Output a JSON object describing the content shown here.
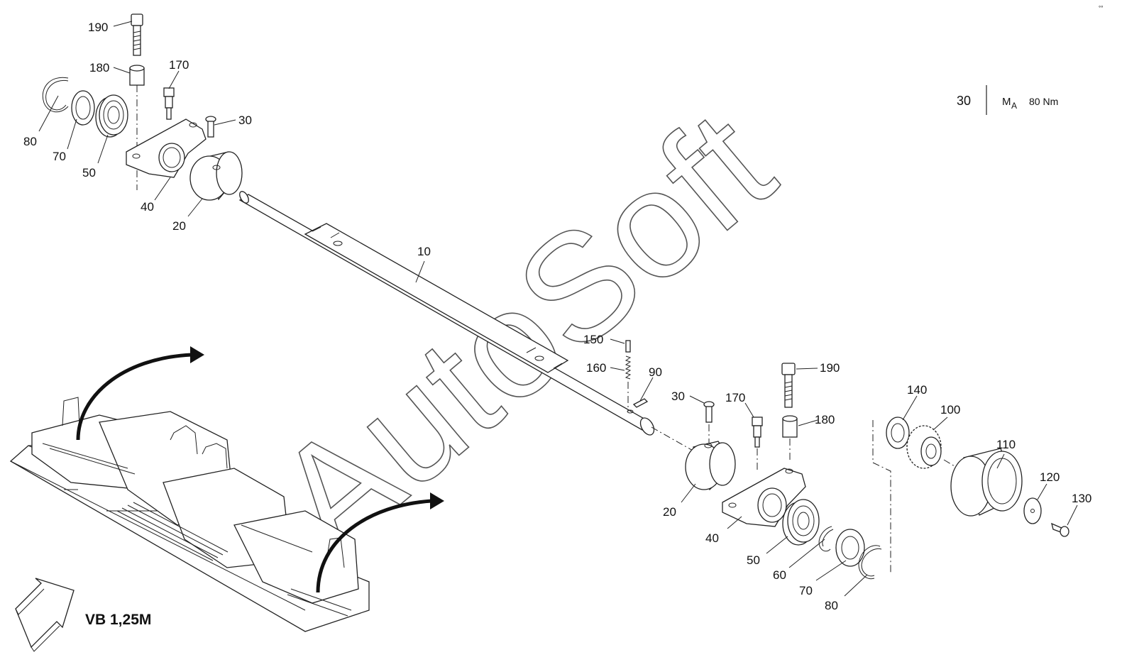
{
  "callouts": {
    "n10": "10",
    "top_190": "190",
    "top_180": "180",
    "top_170": "170",
    "top_30": "30",
    "top_80": "80",
    "top_70": "70",
    "top_50": "50",
    "top_40": "40",
    "top_20": "20",
    "n150": "150",
    "n160": "160",
    "n90": "90",
    "bot_30": "30",
    "bot_170": "170",
    "bot_190": "190",
    "bot_180": "180",
    "bot_20": "20",
    "bot_40": "40",
    "bot_50": "50",
    "bot_60": "60",
    "bot_70": "70",
    "bot_80": "80",
    "n140": "140",
    "n100": "100",
    "n110": "110",
    "n120": "120",
    "n130": "130"
  },
  "torque_table": {
    "item": "30",
    "symbol": "M",
    "symbol_sub": "A",
    "value": "80 Nm"
  },
  "variant_label": "VB 1,25M",
  "watermark": "AutoSoft",
  "corner_mark": "°°"
}
